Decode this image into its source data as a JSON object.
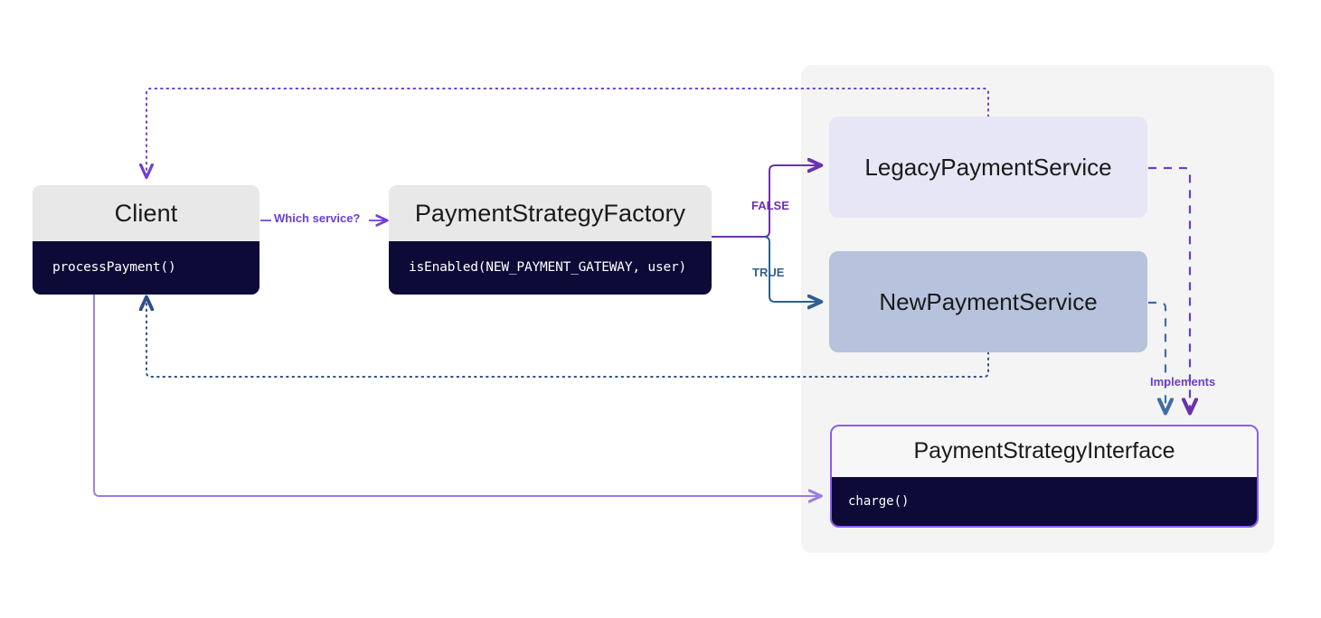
{
  "diagram": {
    "type": "flowchart",
    "background": "#ffffff",
    "group_panel": {
      "name": "service-group-panel",
      "fill": "#f4f4f4"
    },
    "nodes": [
      {
        "id": "client",
        "title": "Client",
        "method": "processPayment()",
        "style": "class",
        "header_fill": "#e8e8e8",
        "method_fill": "#0d0a37"
      },
      {
        "id": "factory",
        "title": "PaymentStrategyFactory",
        "method": "isEnabled(NEW_PAYMENT_GATEWAY, user)",
        "style": "class",
        "header_fill": "#e8e8e8",
        "method_fill": "#0d0a37"
      },
      {
        "id": "legacy",
        "title": "LegacyPaymentService",
        "style": "plain",
        "fill": "#e6e6f7"
      },
      {
        "id": "new",
        "title": "NewPaymentService",
        "style": "plain",
        "fill": "#b7c3dd"
      },
      {
        "id": "interface",
        "title": "PaymentStrategyInterface",
        "method": "charge()",
        "style": "interface",
        "border": "#8b5cf0",
        "header_fill": "#f7f7f7",
        "method_fill": "#0d0a37"
      }
    ],
    "edges": [
      {
        "id": "client-to-factory",
        "label": "Which service?",
        "color": "#6d3fd4",
        "stroke": "solid",
        "arrow": true
      },
      {
        "id": "factory-to-legacy",
        "label": "FALSE",
        "color": "#6b32ae",
        "stroke": "solid",
        "arrow": true
      },
      {
        "id": "factory-to-new",
        "label": "TRUE",
        "color": "#2e6091",
        "stroke": "solid",
        "arrow": true
      },
      {
        "id": "legacy-implements-interface",
        "label": "Implements",
        "color": "#6b3fc4",
        "stroke": "dashed",
        "arrow": true
      },
      {
        "id": "new-implements-interface",
        "label": "",
        "color": "#3d6ea5",
        "stroke": "dashed",
        "arrow": true
      },
      {
        "id": "legacy-returns-client",
        "label": "",
        "color": "#6d3fd4",
        "stroke": "dotted",
        "arrow": true
      },
      {
        "id": "new-returns-client",
        "label": "",
        "color": "#2b4f8a",
        "stroke": "dotted",
        "arrow": true
      },
      {
        "id": "client-calls-charge",
        "label": "",
        "color": "#9b7de0",
        "stroke": "solid",
        "arrow": true
      }
    ],
    "labels": {
      "which_service": "Which service?",
      "false": "FALSE",
      "true": "TRUE",
      "implements": "Implements"
    }
  }
}
